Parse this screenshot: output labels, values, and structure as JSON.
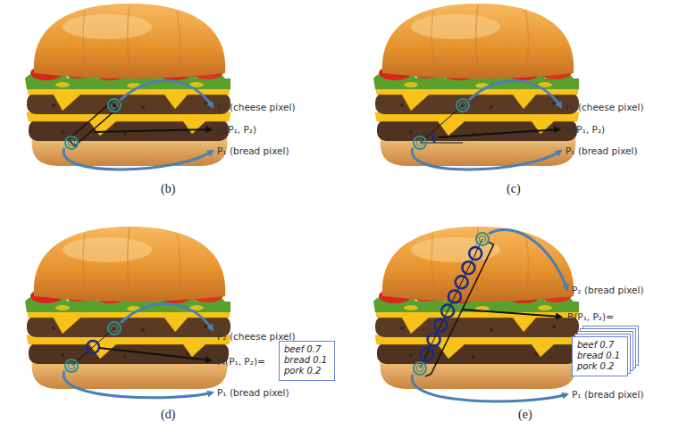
{
  "diagram": {
    "nodes": [
      {
        "text": [
          "beef 0.7",
          "bread 0.1",
          "pork 0.2"
        ]
      },
      {
        "text": [
          "beef 0.7",
          "bread 0.1",
          "pork 0.2"
        ]
      }
    ],
    "labels": [
      "P₂ (cheese pixel)",
      "D(P₁, P₂)",
      "P₁ (bread pixel)",
      "(b)",
      "P₂ (cheese pixel)",
      "O(P₁, P₂)",
      "P₁ (bread pixel)",
      "(c)",
      "P₂ (cheese pixel)",
      "M(P₁, P₂)=",
      "P₁ (bread pixel)",
      "(d)",
      "P₂ (bread pixel)",
      "B(P₁, P₂)=",
      "P₁ (bread pixel)",
      "(e)"
    ]
  }
}
